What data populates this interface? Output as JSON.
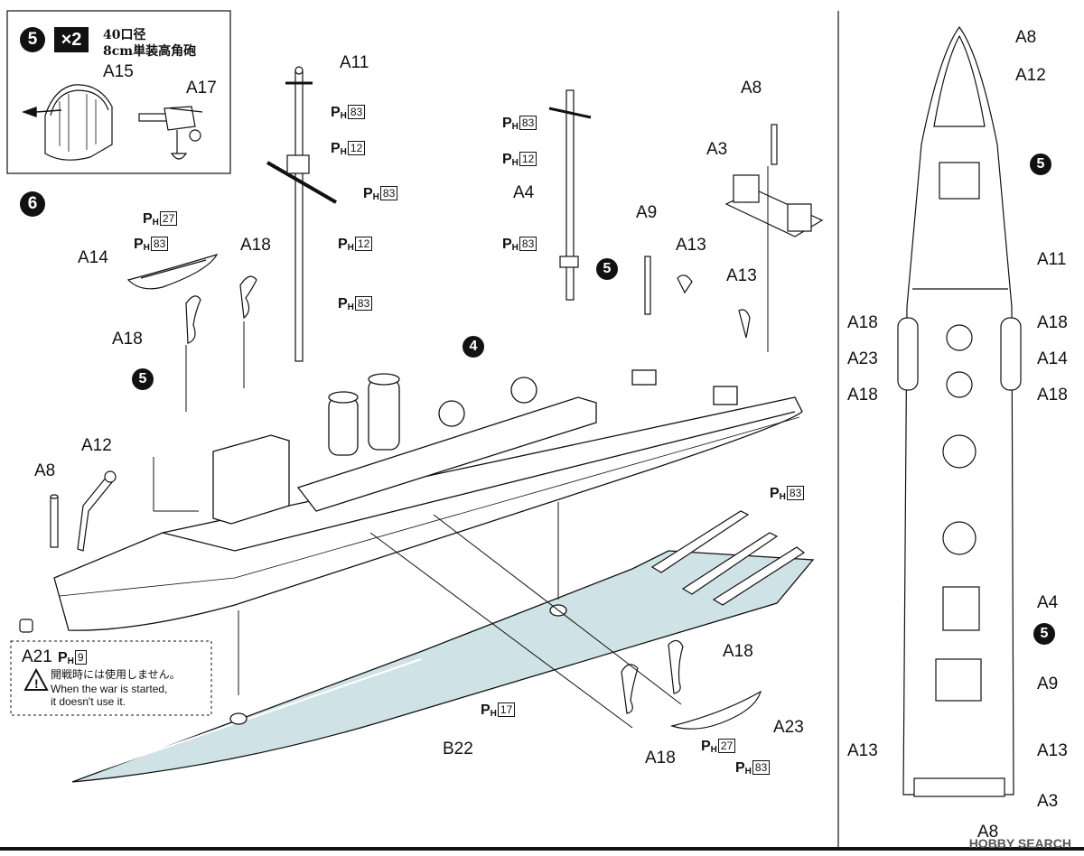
{
  "step5": {
    "number": "5",
    "multiplier": "×2",
    "title_line1": "40口径",
    "title_line2": "8cm単装高角砲",
    "parts": [
      "A15",
      "A17"
    ]
  },
  "step6": {
    "number": "6",
    "subassembly_ref": "4"
  },
  "labels": {
    "a11": "A11",
    "a4": "A4",
    "a8_top": "A8",
    "a3": "A3",
    "a9": "A9",
    "a13_1": "A13",
    "a13_2": "A13",
    "a14": "A14",
    "a18_1": "A18",
    "a18_2": "A18",
    "a12": "A12",
    "a8_left": "A8",
    "a21": "A21",
    "a18_3": "A18",
    "a23": "A23",
    "a18_4": "A18",
    "b22": "B22"
  },
  "ph_refs": {
    "mast_83a": "83",
    "mast_12a": "12",
    "mast_83b": "83",
    "mast_12b": "12",
    "mast_83c": "83",
    "a4_83a": "83",
    "a4_12": "12",
    "a4_83b": "83",
    "boat_27": "27",
    "boat_83": "83",
    "a21_9": "9",
    "stern_83": "83",
    "hull_17": "17",
    "boat2_27": "27",
    "boat2_83": "83",
    "ph_prefix": "P",
    "ph_sub": "H"
  },
  "note": {
    "jp": "開戦時には使用しません。",
    "en_line1": "When the war is started,",
    "en_line2": "it doesn't use it."
  },
  "topview": {
    "labels": [
      "A8",
      "A12",
      "A11",
      "A18",
      "A23",
      "A18",
      "A18",
      "A14",
      "A18",
      "A4",
      "A9",
      "A13",
      "A13",
      "A3",
      "A8"
    ],
    "step_ref": "5"
  },
  "watermark": "HOBBY SEARCH"
}
